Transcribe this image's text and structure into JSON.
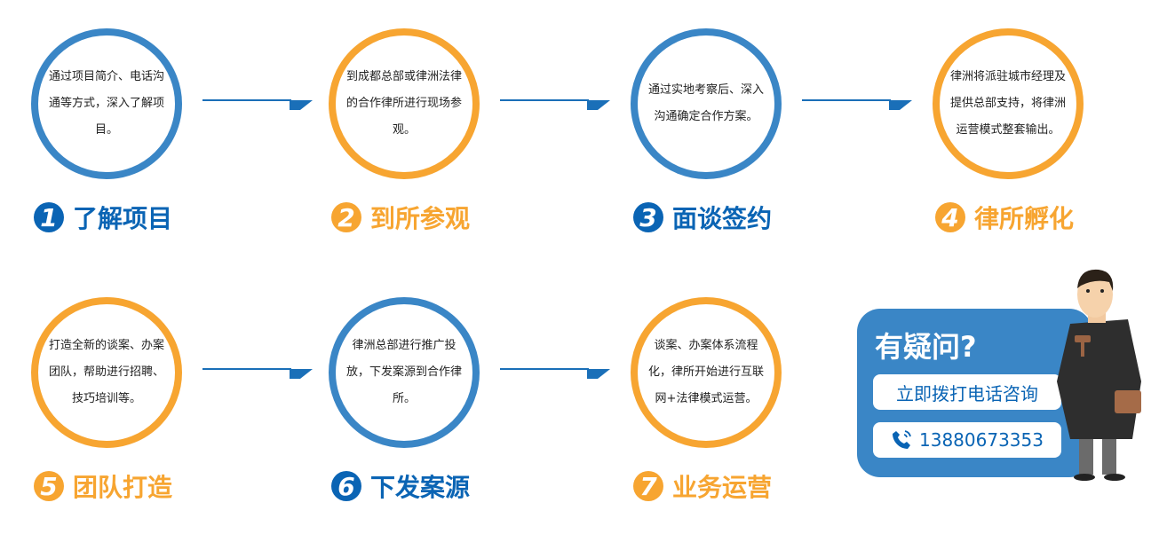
{
  "steps": [
    {
      "num": "1",
      "title": "了解项目",
      "desc": "通过项目简介、电话沟通等方式，深入了解项目。",
      "color": "blue"
    },
    {
      "num": "2",
      "title": "到所参观",
      "desc": "到成都总部或律洲法律的合作律所进行现场参观。",
      "color": "orange"
    },
    {
      "num": "3",
      "title": "面谈签约",
      "desc": "通过实地考察后、深入沟通确定合作方案。",
      "color": "blue"
    },
    {
      "num": "4",
      "title": "律所孵化",
      "desc": "律洲将派驻城市经理及提供总部支持，将律洲运营模式整套输出。",
      "color": "orange"
    },
    {
      "num": "5",
      "title": "团队打造",
      "desc": "打造全新的谈案、办案团队，帮助进行招聘、技巧培训等。",
      "color": "orange"
    },
    {
      "num": "6",
      "title": "下发案源",
      "desc": "律洲总部进行推广投放，下发案源到合作律所。",
      "color": "blue"
    },
    {
      "num": "7",
      "title": "业务运营",
      "desc": "谈案、办案体系流程化，律所开始进行互联网+法律模式运营。",
      "color": "orange"
    }
  ],
  "contact": {
    "heading": "有疑问?",
    "cta": "立即拨打电话咨询",
    "phone": "13880673353"
  },
  "colors": {
    "blue": "#3a86c6",
    "title_blue": "#0a64b4",
    "orange": "#f7a531"
  }
}
